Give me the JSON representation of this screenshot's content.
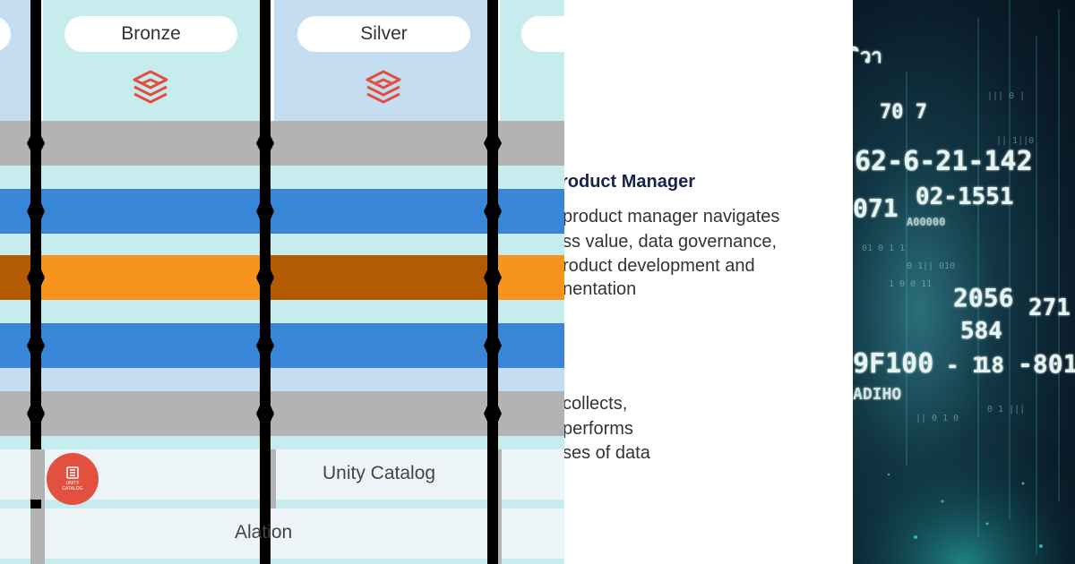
{
  "left_panel": {
    "layer_labels": [
      "Bronze",
      "Silver"
    ],
    "unity_catalog_label": "Unity Catalog",
    "unity_badge_lines": [
      "UNITY",
      "CATALOG"
    ],
    "alation_label": "Alation",
    "colors": {
      "light_blue": "#c4ddf1",
      "cyan": "#c6ecee",
      "gray_band": "#b3b3b3",
      "blue_band": "#3a86d6",
      "orange_band": "#f7941d",
      "dark_orange": "#b25a04",
      "red_icon": "#e2513f",
      "divider": "#000000"
    },
    "icons": [
      "databricks-layers-icon",
      "unity-catalog-icon"
    ]
  },
  "middle_panel": {
    "title": "roduct Manager",
    "lines": [
      " product manager navigates",
      "ss value, data governance,",
      "roduct development and",
      "nentation",
      "collects,",
      "performs",
      "ses of data"
    ]
  },
  "right_panel": {
    "numbers": [
      "ิวา",
      "70 7",
      "62-6-21-142",
      "071",
      "02-1551",
      "A00000",
      "2056",
      "271",
      "584",
      "9F100",
      "- 1",
      "18",
      "-801",
      "ADIHO"
    ],
    "colors": {
      "glow": "#4de0d6",
      "bg": "#0a1d2a"
    }
  }
}
